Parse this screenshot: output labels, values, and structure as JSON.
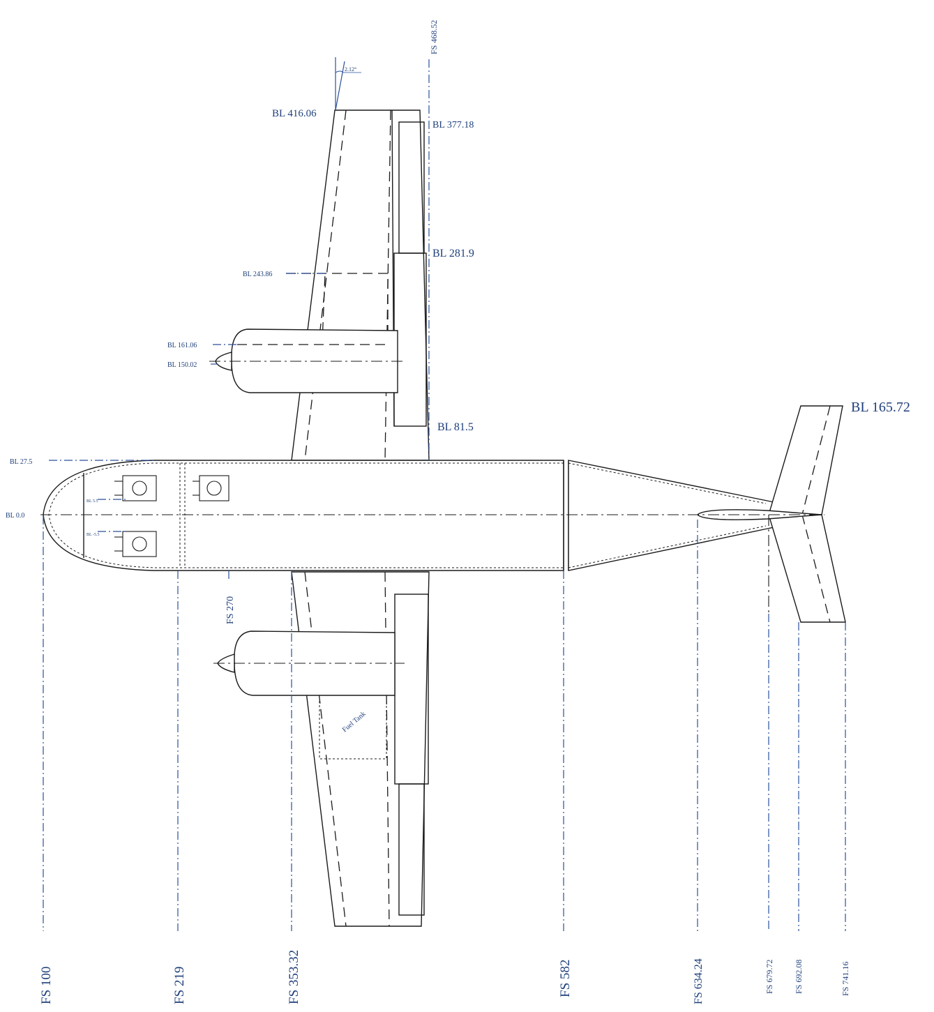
{
  "colors": {
    "line": "#1a1a1a",
    "label": "#1f3f7a",
    "reference": "#2a4f9a"
  },
  "fs_labels": [
    "FS 100",
    "FS 219",
    "FS 353.32",
    "FS 582",
    "FS 634.24",
    "FS 679.72",
    "FS 692.08",
    "FS 741.16"
  ],
  "fs_top": "FS 468.52",
  "fs_270": "FS 270",
  "bl_labels": {
    "bl_416": "BL 416.06",
    "bl_377": "BL 377.18",
    "bl_281": "BL 281.9",
    "bl_243": "BL 243.86",
    "bl_161": "BL 161.06",
    "bl_150": "BL 150.02",
    "bl_81": "BL 81.5",
    "bl_27": "BL 27.5",
    "bl_0": "BL 0.0",
    "bl_tail": "BL 165.72",
    "bl_seat_up": "BL 5.5",
    "bl_seat_dn": "BL -5.5"
  },
  "angle_label": "2.12°",
  "fuel_tank_label": "Fuel Tank"
}
